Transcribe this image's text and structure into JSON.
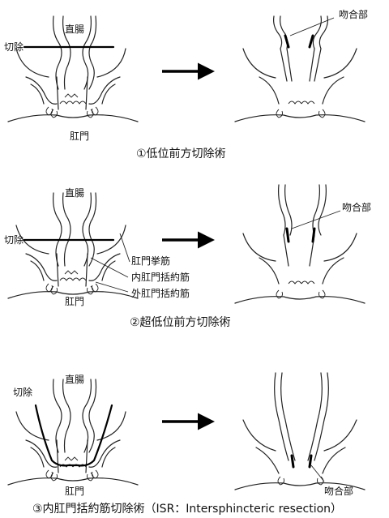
{
  "panels": [
    {
      "caption": "①低位前方切除術",
      "before": {
        "rectum": "直腸",
        "cut": "切除",
        "anus": "肛門"
      },
      "after": {
        "anastomosis": "吻合部"
      }
    },
    {
      "caption": "②超低位前方切除術",
      "before": {
        "rectum": "直腸",
        "cut": "切除",
        "anus": "肛門",
        "levator": "肛門挙筋",
        "internal_sphincter": "内肛門括約筋",
        "external_sphincter": "外肛門括約筋"
      },
      "after": {
        "anastomosis": "吻合部"
      }
    },
    {
      "caption": "③内肛門括約筋切除術（ISR：Intersphincteric resection）",
      "before": {
        "rectum": "直腸",
        "cut": "切除",
        "anus": "肛門"
      },
      "after": {
        "anastomosis": "吻合部"
      }
    }
  ]
}
